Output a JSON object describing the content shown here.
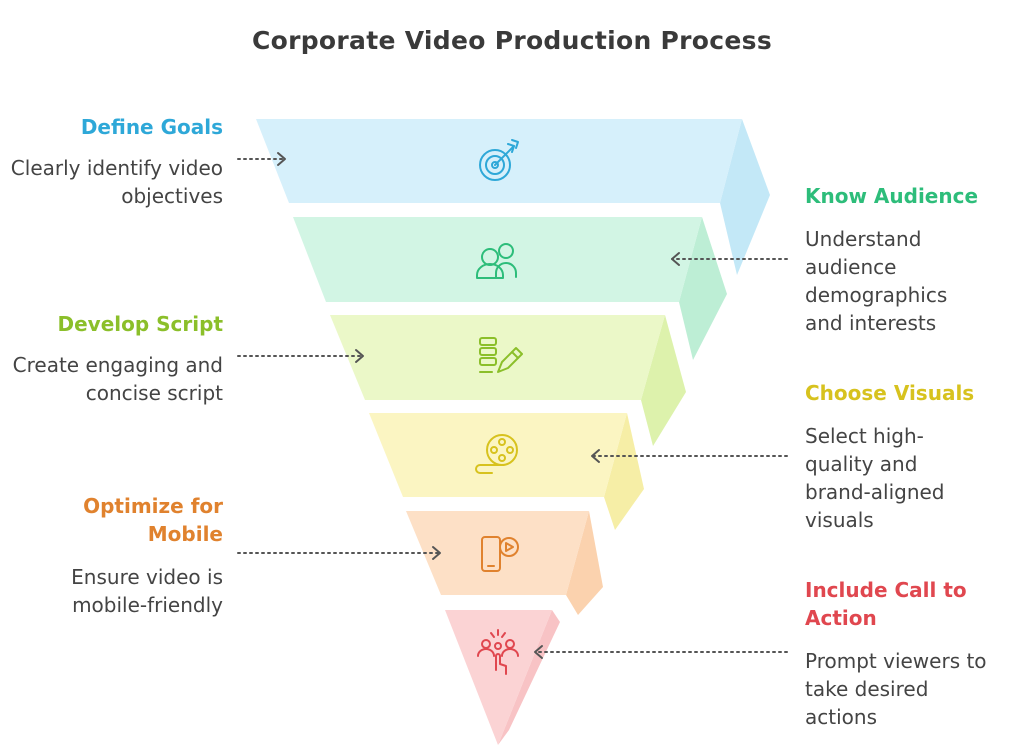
{
  "title": "Corporate Video Production Process",
  "stages": [
    {
      "heading": "Define Goals",
      "description": "Clearly identify video objectives",
      "color": "#2ea8d8",
      "fill": "#d6f0fb",
      "side_fill": "#c3e8f7",
      "icon": "target-arrow-icon",
      "side": "left"
    },
    {
      "heading": "Know Audience",
      "description": "Understand audience demographics and interests",
      "color": "#2dbd7a",
      "fill": "#d2f5e4",
      "side_fill": "#bdeed5",
      "icon": "people-audience-icon",
      "side": "right"
    },
    {
      "heading": "Develop Script",
      "description": "Create engaging and concise script",
      "color": "#8bbf2a",
      "fill": "#ebf8c8",
      "side_fill": "#ddf2ac",
      "icon": "script-pencil-icon",
      "side": "left"
    },
    {
      "heading": "Choose Visuals",
      "description": "Select high-quality and brand-aligned visuals",
      "color": "#d7c21e",
      "fill": "#fbf5c2",
      "side_fill": "#f6eea6",
      "icon": "film-reel-icon",
      "side": "right"
    },
    {
      "heading": "Optimize for Mobile",
      "description": "Ensure video is mobile-friendly",
      "color": "#e0822e",
      "fill": "#fde0c6",
      "side_fill": "#fbd2ae",
      "icon": "mobile-video-icon",
      "side": "left"
    },
    {
      "heading": "Include Call to Action",
      "description": "Prompt viewers to take desired actions",
      "color": "#e0474f",
      "fill": "#fbd3d4",
      "side_fill": "#f8c3c5",
      "icon": "click-people-icon",
      "side": "right"
    }
  ]
}
